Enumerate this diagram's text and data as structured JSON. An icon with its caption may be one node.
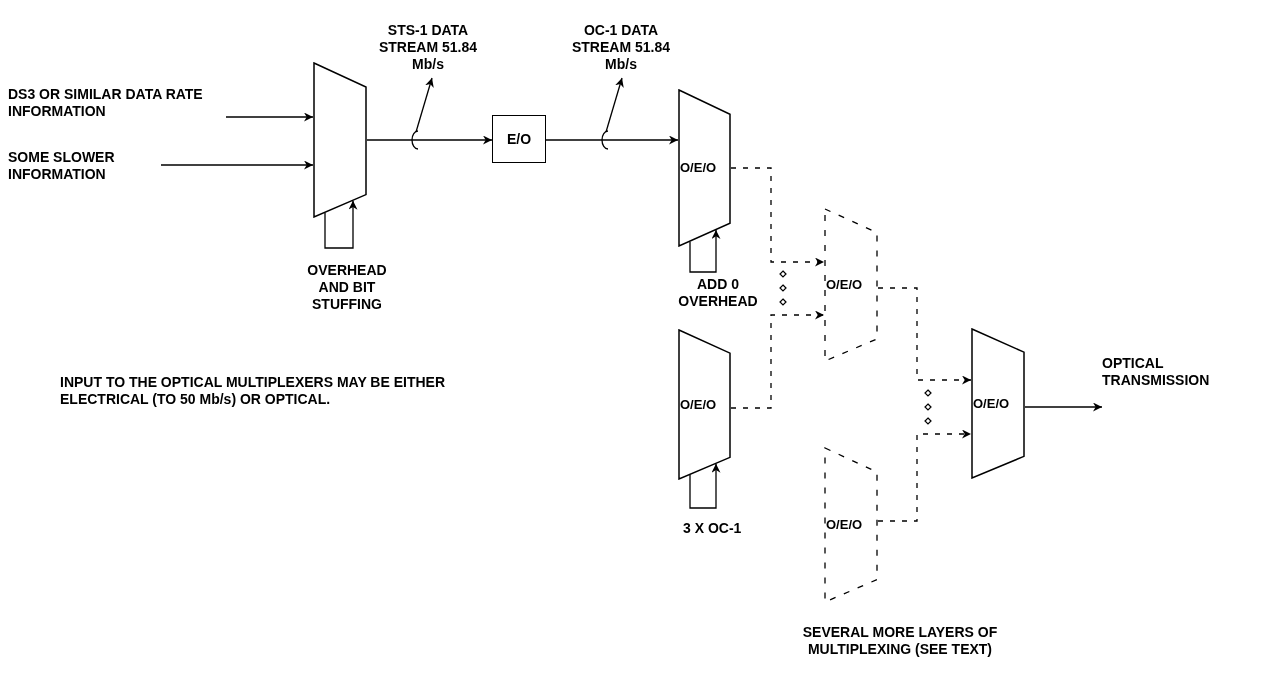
{
  "diagram": {
    "nodes": [
      {
        "text": [
          "DS3 OR SIMILAR DATA RATE INFORMATION"
        ]
      },
      {
        "text": [
          "SOME SLOWER INFORMATION"
        ]
      },
      {
        "text": [],
        "shape": "trapezoid"
      },
      {
        "text": [
          "STS-1 DATA STREAM 51.84 Mb/s"
        ]
      },
      {
        "text": [
          "E/O"
        ]
      },
      {
        "text": [
          "OC-1 DATA STREAM 51.84 Mb/s"
        ]
      },
      {
        "text": [
          "O/E/O"
        ]
      },
      {
        "text": [
          "O/E/O"
        ]
      },
      {
        "text": [
          "O/E/O"
        ]
      },
      {
        "text": [
          "O/E/O"
        ]
      },
      {
        "text": [
          "O/E/O"
        ]
      },
      {
        "text": [
          "OPTICAL TRANSMISSION"
        ]
      }
    ],
    "edges": [
      {
        "from": 0,
        "to": 2,
        "arrow": "to"
      },
      {
        "from": 1,
        "to": 2,
        "arrow": "to"
      },
      {
        "from": null,
        "to": 2,
        "arrow": "to"
      },
      {
        "from": 2,
        "to": 4,
        "arrow": "to"
      },
      {
        "from": null,
        "to": 3,
        "arrow": "to"
      },
      {
        "from": 4,
        "to": 6,
        "arrow": "to"
      },
      {
        "from": null,
        "to": 5,
        "arrow": "to"
      },
      {
        "from": null,
        "to": 6,
        "arrow": "to"
      },
      {
        "from": 6,
        "to": 8,
        "arrow": "to",
        "style": "dashed"
      },
      {
        "from": 7,
        "to": 8,
        "arrow": "to",
        "style": "dashed"
      },
      {
        "from": 8,
        "to": 10,
        "arrow": "to",
        "style": "dashed"
      },
      {
        "from": 9,
        "to": 10,
        "arrow": "to",
        "style": "dashed"
      },
      {
        "from": null,
        "to": 7,
        "arrow": "to"
      },
      {
        "from": 10,
        "to": 11,
        "arrow": "to"
      }
    ],
    "labels": [
      "OVERHEAD AND BIT STUFFING",
      "ADD 0 OVERHEAD",
      "INPUT TO THE OPTICAL MULTIPLEXERS MAY BE EITHER ELECTRICAL (TO 50 Mb/s) OR OPTICAL.",
      "3 X OC-1",
      "SEVERAL MORE LAYERS OF MULTIPLEXING (SEE TEXT)"
    ]
  }
}
